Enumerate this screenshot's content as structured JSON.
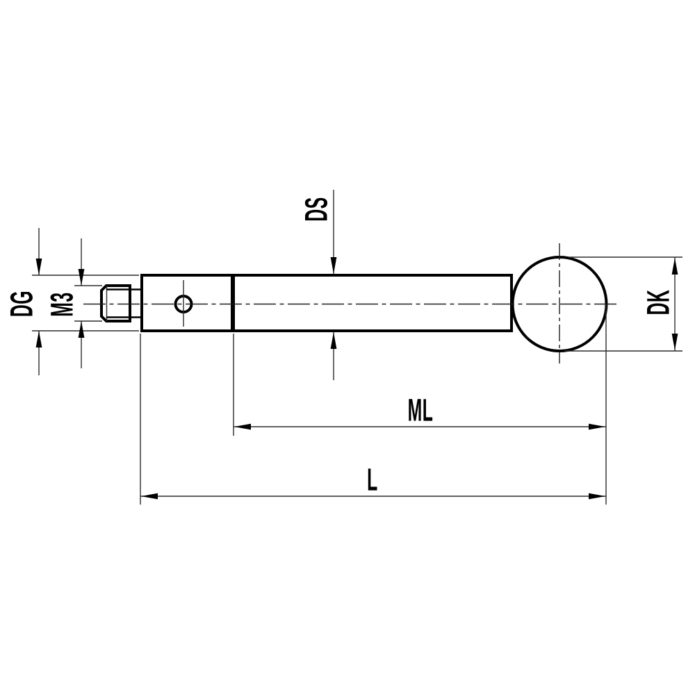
{
  "colors": {
    "line": "#000000",
    "thin_line": "#2b2b2b",
    "background": "#ffffff"
  },
  "dimension_labels": {
    "ds": "DS",
    "dg": "DG",
    "m3": "M3",
    "dk": "DK",
    "ml": "ML",
    "l": "L"
  }
}
